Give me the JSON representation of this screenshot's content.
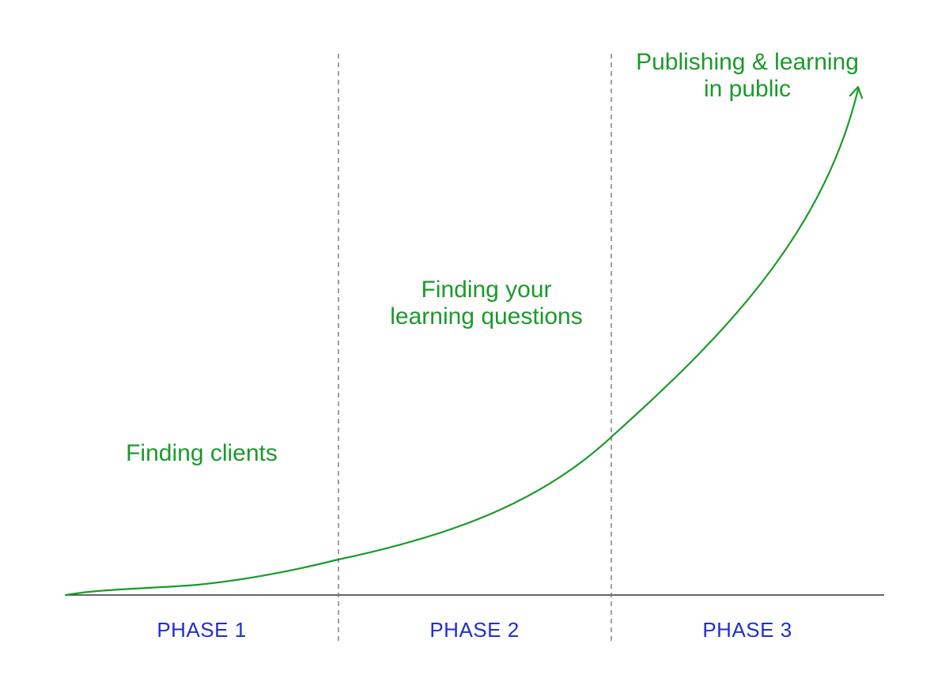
{
  "colors": {
    "green": "#1a9a2a",
    "blue": "#1f2fcf",
    "axis": "#333333",
    "divider": "#777777"
  },
  "phases": [
    {
      "label": "PHASE 1"
    },
    {
      "label": "PHASE 2"
    },
    {
      "label": "PHASE 3"
    }
  ],
  "stages": [
    {
      "line1": "Finding clients",
      "line2": ""
    },
    {
      "line1": "Finding your",
      "line2": "learning questions"
    },
    {
      "line1": "Publishing & learning",
      "line2": "in public"
    }
  ]
}
